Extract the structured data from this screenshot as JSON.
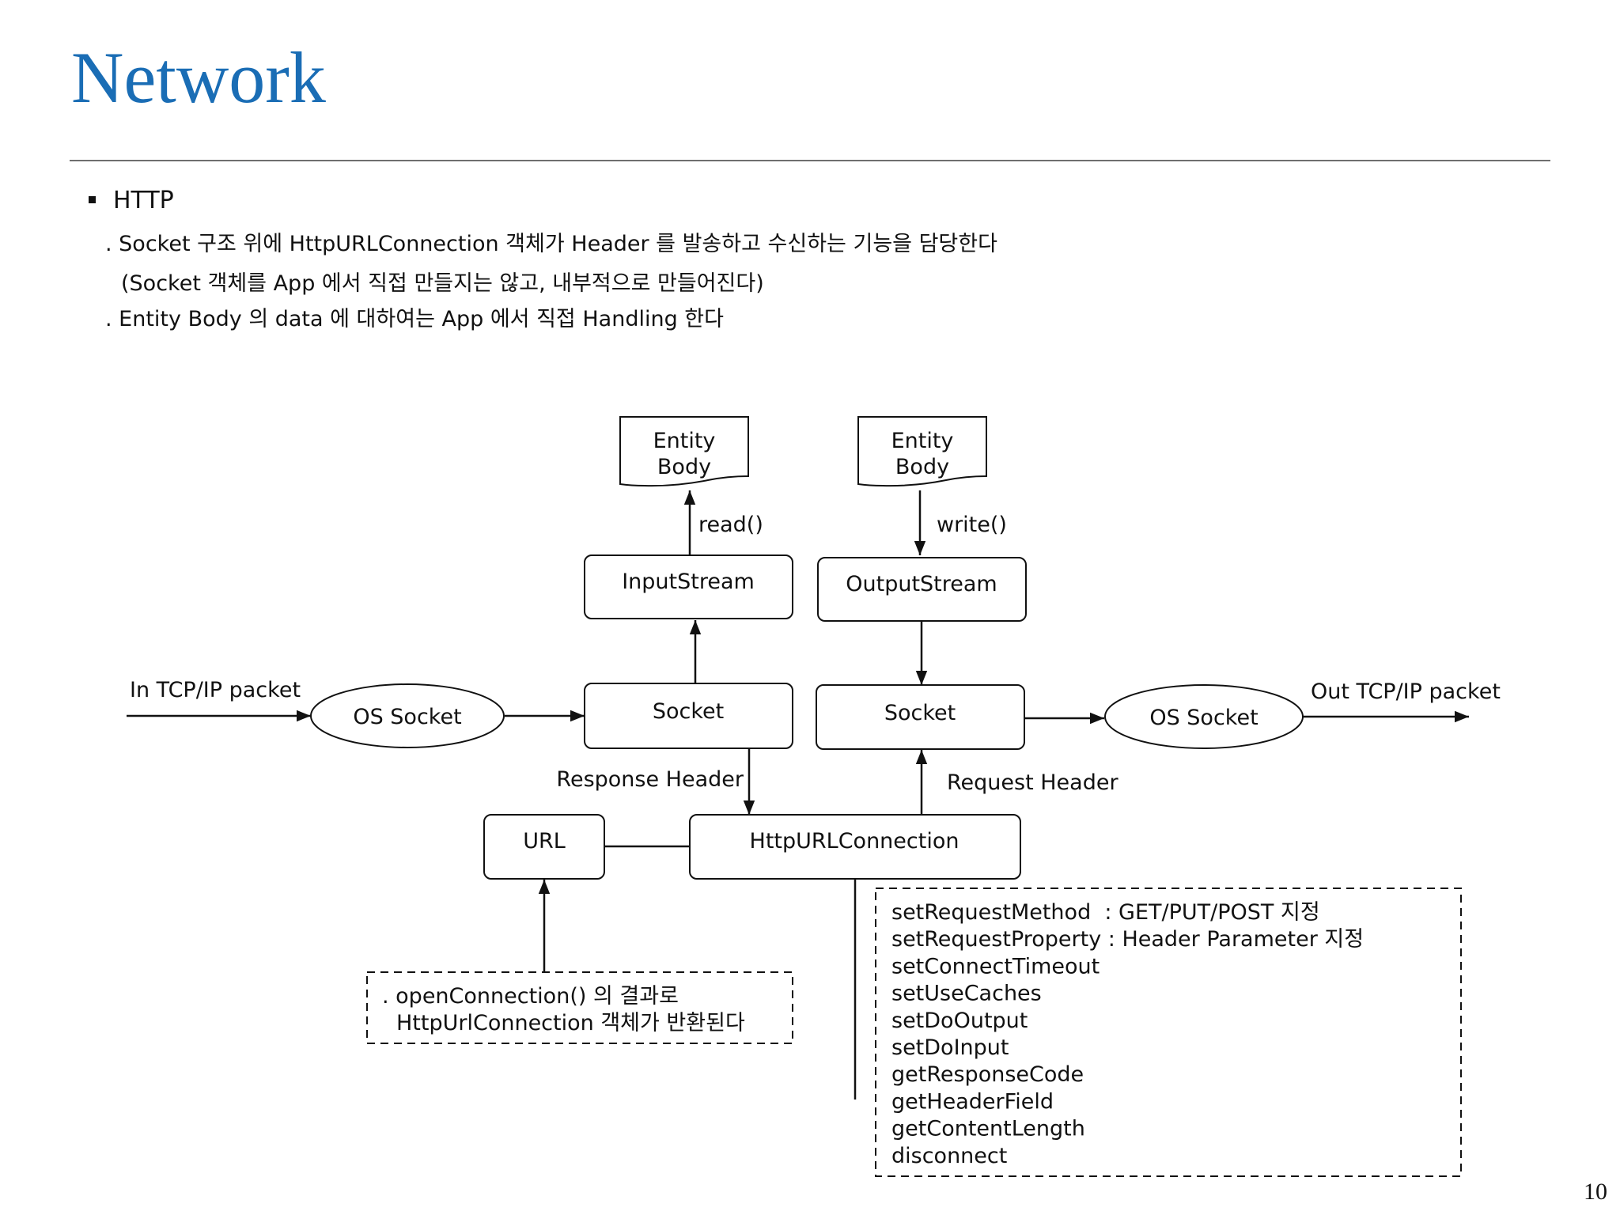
{
  "title": "Network",
  "bullet": "HTTP",
  "lines": [
    ". Socket 구조 위에 HttpURLConnection 객체가  Header 를 발송하고 수신하는 기능을 담당한다",
    "(Socket 객체를 App 에서 직접 만들지는 않고, 내부적으로 만들어진다)",
    ". Entity Body 의 data 에 대하여는 App 에서 직접 Handling 한다"
  ],
  "diagram": {
    "entity_body_in": [
      "Entity",
      "Body"
    ],
    "entity_body_out": [
      "Entity",
      "Body"
    ],
    "read_label": "read()",
    "write_label": "write()",
    "input_stream": "InputStream",
    "output_stream": "OutputStream",
    "in_packet": "In TCP/IP packet",
    "out_packet": "Out TCP/IP packet",
    "os_socket_in": "OS Socket",
    "os_socket_out": "OS Socket",
    "socket_in": "Socket",
    "socket_out": "Socket",
    "response_header": "Response Header",
    "request_header": "Request Header",
    "url": "URL",
    "http_url_connection": "HttpURLConnection",
    "open_connection_note": [
      ". openConnection() 의 결과로",
      "HttpUrlConnection 객체가 반환된다"
    ],
    "methods": [
      "setRequestMethod  : GET/PUT/POST 지정",
      "setRequestProperty : Header Parameter 지정",
      "setConnectTimeout",
      "setUseCaches",
      "setDoOutput",
      "setDoInput",
      "getResponseCode",
      "getHeaderField",
      "getContentLength",
      "disconnect"
    ]
  },
  "page_number": "10"
}
